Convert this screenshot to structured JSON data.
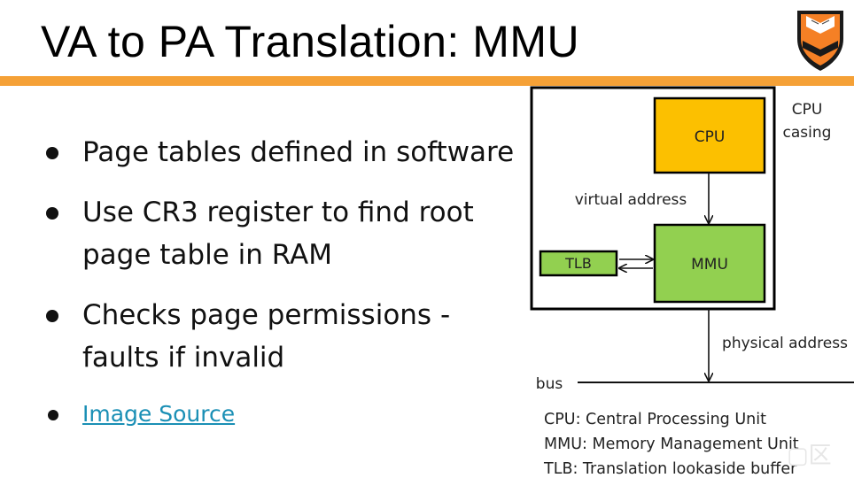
{
  "header": {
    "title": "VA to PA Translation: MMU",
    "accent_color": "#f5a137",
    "logo": "princeton-shield-logo"
  },
  "bullets": [
    {
      "text": "Page tables defined in software"
    },
    {
      "text": "Use CR3 register to find root page table in RAM"
    },
    {
      "text": "Checks page permissions - faults if invalid"
    }
  ],
  "link": {
    "text": "Image Source",
    "color": "#1a8fb5"
  },
  "diagram": {
    "casing_label_line1": "CPU",
    "casing_label_line2": "casing",
    "cpu_label": "CPU",
    "mmu_label": "MMU",
    "tlb_label": "TLB",
    "virtual_address_label": "virtual address",
    "physical_address_label": "physical address",
    "bus_label": "bus",
    "cpu_color": "#fcc000",
    "mmu_color": "#92d050"
  },
  "legend": [
    "CPU: Central Processing Unit",
    "MMU: Memory Management Unit",
    "TLB: Translation lookaside buffer"
  ]
}
